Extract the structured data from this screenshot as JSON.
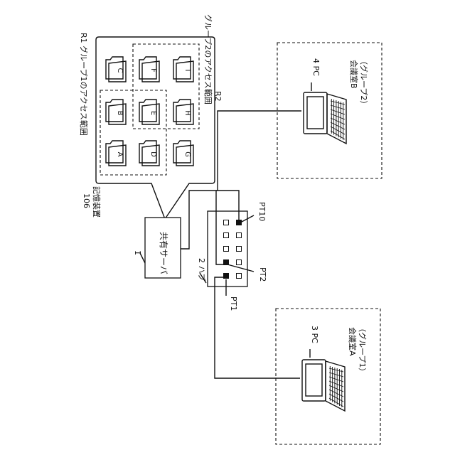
{
  "server": {
    "number": "1",
    "label": "共有サーバ"
  },
  "storage": {
    "label": "記憶装置",
    "number": "106"
  },
  "hub": {
    "label": "2 ハブ",
    "pt1": "PT1",
    "pt2": "PT2",
    "pt10": "PT10"
  },
  "ranges": {
    "r1": "R1 グループ1のアクセス範囲",
    "r2_id": "R2",
    "r2": "グループ2のアクセス範囲"
  },
  "folders": [
    "A",
    "B",
    "C",
    "D",
    "E",
    "F",
    "G",
    "H",
    "I"
  ],
  "room_a": {
    "name": "会議室A",
    "group": "（グループ1）",
    "pc": "3 PC"
  },
  "room_b": {
    "name": "会議室B",
    "group": "（グループ2）",
    "pc": "4 PC"
  }
}
